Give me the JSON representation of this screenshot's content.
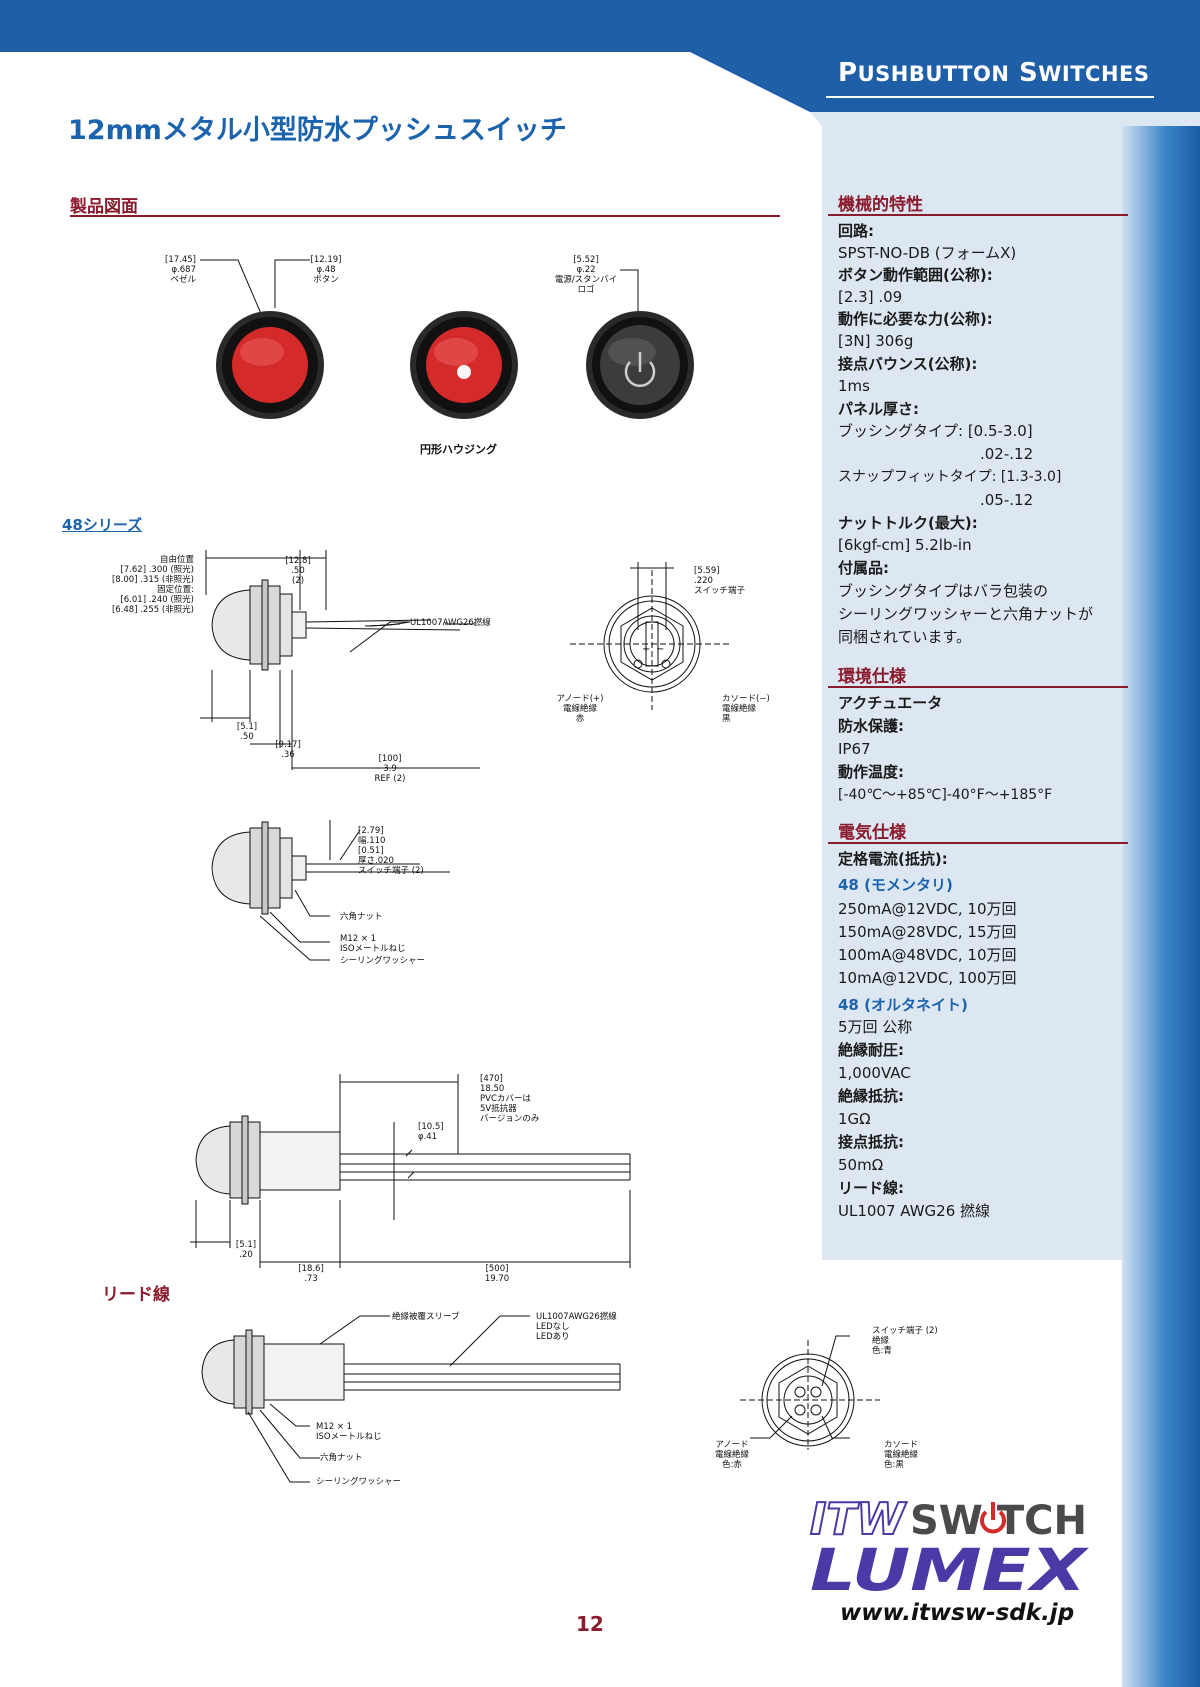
{
  "header": {
    "title_p": "P",
    "title_ush": "USHBUTTON",
    "title_s": "S",
    "title_witches": "WITCHES"
  },
  "page_title": "12mmメタル小型防水プッシュスイッチ",
  "sections": {
    "drawing": "製品図面",
    "series48": "48シリーズ",
    "lead_wire": "リード線"
  },
  "top_drawing": {
    "caption": "円形ハウジング",
    "bezel": [
      "[17.45]",
      "φ.687",
      "ベゼル"
    ],
    "button": [
      "[12.19]",
      "φ.48",
      "ボタン"
    ],
    "logo": [
      "[5.52]",
      "φ.22",
      "電源/スタンバイ",
      "ロゴ"
    ]
  },
  "drawing48": {
    "free_pos": [
      "自由位置",
      "[7.62] .300 (照光)",
      "[8.00] .315 (非照光)",
      "固定位置:",
      "[6.01] .240 (照光)",
      "[6.48] .255 (非照光)"
    ],
    "dim_12_8": [
      "[12.8]",
      ".50",
      "(2)"
    ],
    "wire": "UL1007AWG26撚線",
    "dim_5_1": [
      "[5.1]",
      ".50"
    ],
    "dim_9_17": [
      "[9.17]",
      ".36"
    ],
    "dim_100": [
      "[100]",
      "3.9",
      "REF (2)"
    ],
    "dim_5_59": [
      "[5.59]",
      ".220",
      "スイッチ端子"
    ],
    "anode": [
      "アノード(+)",
      "電線絶縁",
      "赤"
    ],
    "cathode": [
      "カソード(−)",
      "電線絶縁",
      "黒"
    ],
    "terminal": [
      "[2.79]",
      "幅.110",
      "[0.51]",
      "厚さ.020",
      "スイッチ端子 (2)"
    ],
    "hex_nut": "六角ナット",
    "thread": [
      "M12 × 1",
      "ISOメートルねじ"
    ],
    "washer": "シーリングワッシャー"
  },
  "drawing_lead": {
    "dim_470": [
      "[470]",
      "18.50",
      "PVCカバーは",
      "5V抵抗器",
      "バージョンのみ"
    ],
    "dim_10_5": [
      "[10.5]",
      "φ.41"
    ],
    "dim_5_1": [
      "[5.1]",
      ".20"
    ],
    "dim_18_6": [
      "[18.6]",
      ".73"
    ],
    "dim_500": [
      "[500]",
      "19.70"
    ],
    "sleeve": "絶縁被覆スリーブ",
    "wire": [
      "UL1007AWG26撚線",
      "LEDなし",
      "LEDあり"
    ],
    "thread": [
      "M12 × 1",
      "ISOメートルねじ"
    ],
    "hex_nut": "六角ナット",
    "washer": "シーリングワッシャー",
    "sw_terminal": [
      "スイッチ端子 (2)",
      "絶縁",
      "色:青"
    ],
    "anode": [
      "アノード",
      "電線絶縁",
      "色:赤"
    ],
    "cathode": [
      "カソード",
      "電線絶縁",
      "色:黒"
    ]
  },
  "specs": {
    "mech_title": "機械的特性",
    "circuit_label": "回路:",
    "circuit_value": "SPST-NO-DB (フォームX)",
    "travel_label": "ボタン動作範囲(公称):",
    "travel_value": "[2.3] .09",
    "force_label": "動作に必要な力(公称):",
    "force_value": "[3N] 306g",
    "bounce_label": "接点バウンス(公称):",
    "bounce_value": "1ms",
    "panel_label": "パネル厚さ:",
    "panel_bushing": "ブッシングタイプ: [0.5-3.0]",
    "panel_bushing_in": ".02-.12",
    "panel_snap": "スナップフィットタイプ: [1.3-3.0]",
    "panel_snap_in": ".05-.12",
    "torque_label": "ナットトルク(最大):",
    "torque_value": "[6kgf-cm] 5.2lb-in",
    "acc_label": "付属品:",
    "acc_line1": "ブッシングタイプはバラ包装の",
    "acc_line2": "シーリングワッシャーと六角ナットが",
    "acc_line3": "同梱されています。",
    "env_title": "環境仕様",
    "actuator_label": "アクチュエータ",
    "ip_label": "防水保護:",
    "ip_value": "IP67",
    "temp_label": "動作温度:",
    "temp_value": "[-40℃〜+85℃]-40°F〜+185°F",
    "elec_title": "電気仕様",
    "current_label": "定格電流(抵抗):",
    "mom_label": "48 (モメンタリ)",
    "mom_1": "250mA@12VDC, 10万回",
    "mom_2": "150mA@28VDC, 15万回",
    "mom_3": "100mA@48VDC, 10万回",
    "mom_4": "10mA@12VDC, 100万回",
    "alt_label": "48 (オルタネイト)",
    "alt_value": "5万回 公称",
    "dielectric_label": "絶縁耐圧:",
    "dielectric_value": "1,000VAC",
    "insulation_label": "絶縁抵抗:",
    "insulation_value": "1GΩ",
    "contact_label": "接点抵抗:",
    "contact_value": "50mΩ",
    "lead_label": "リード線:",
    "lead_value": "UL1007 AWG26 撚線"
  },
  "logo": {
    "itw": "ITW",
    "switch": "SW TCH",
    "lumex": "LUMEX"
  },
  "colors": {
    "brand_blue": "#1f5fa8",
    "heading_red": "#8a1a2c",
    "logo_purple": "#4a3aa6",
    "button_red": "#d42a2a"
  },
  "footer": {
    "website": "www.itwsw-sdk.jp",
    "page_number": "12"
  }
}
